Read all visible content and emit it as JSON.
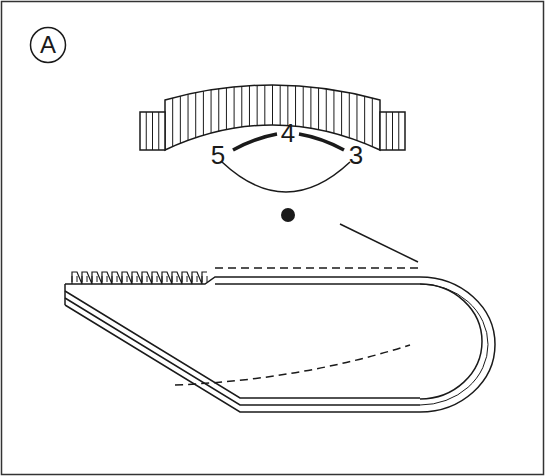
{
  "diagram": {
    "nodes": [
      {
        "text": [
          "A"
        ]
      }
    ],
    "labels": [
      "5",
      "4",
      "3"
    ]
  }
}
